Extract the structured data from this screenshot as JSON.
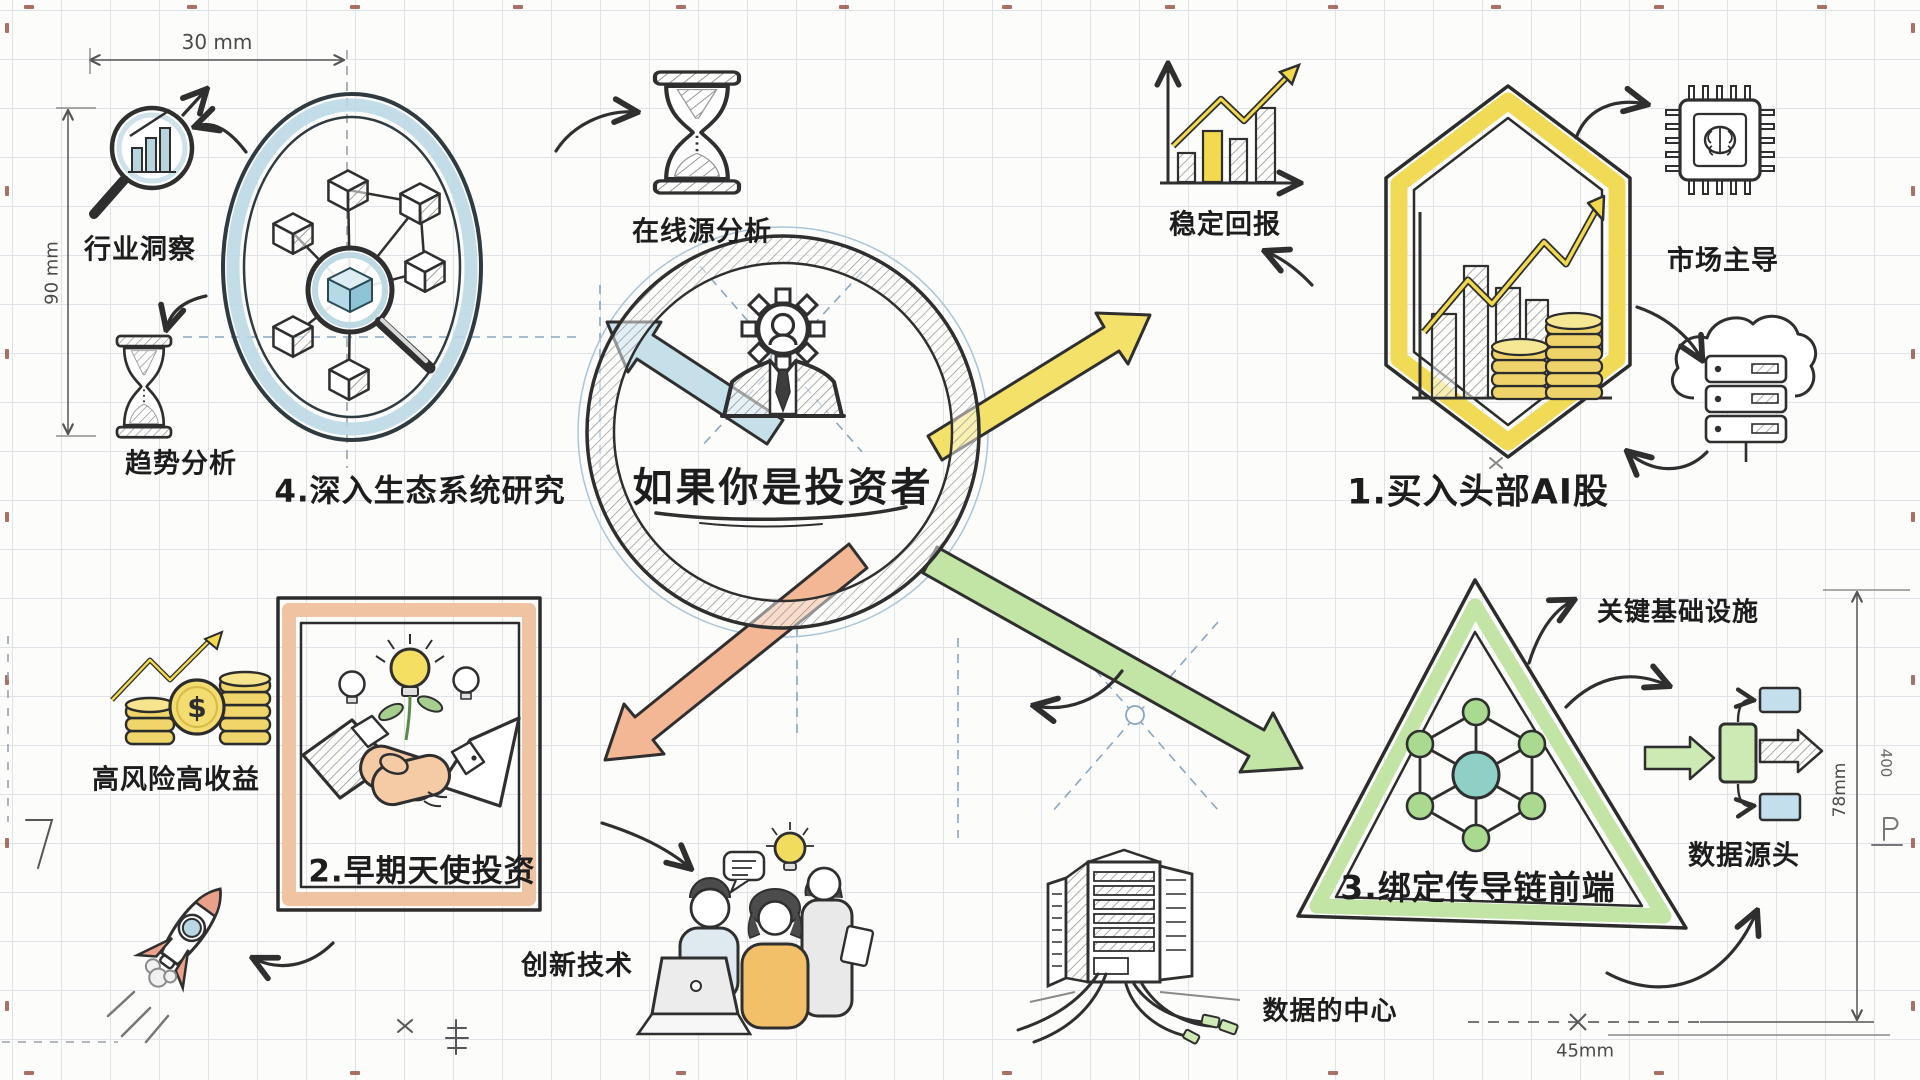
{
  "page": {
    "type": "hand-drawn-investment-mindmap",
    "language": "zh-CN"
  },
  "center": {
    "title": "如果你是投资者",
    "icon": "investor-person-gear-icon"
  },
  "strategies": [
    {
      "order": "1",
      "label": "1.买入头部AI股",
      "shape": "hexagon",
      "accent_color": "#f1da55",
      "satellites": [
        "稳定回报",
        "市场主导"
      ]
    },
    {
      "order": "2",
      "label": "2.早期天使投资",
      "shape": "square",
      "accent_color": "#f0c3a3",
      "satellites": [
        "高风险高收益",
        "创新技术"
      ]
    },
    {
      "order": "3",
      "label": "3.绑定传导链前端",
      "shape": "triangle",
      "accent_color": "#c0e3a2",
      "satellites": [
        "数据的中心",
        "关键基础设施",
        "数据源头"
      ]
    },
    {
      "order": "4",
      "label": "4.深入生态系统研究",
      "shape": "circle",
      "accent_color": "#b7d7e3",
      "satellites": [
        "行业洞察",
        "趋势分析",
        "在线源分析"
      ]
    }
  ],
  "labels": {
    "industry_insight": "行业洞察",
    "trend_analysis": "趋势分析",
    "online_source_analysis": "在线源分析",
    "stable_returns": "稳定回报",
    "market_dominance": "市场主导",
    "high_risk_high_reward": "高风险高收益",
    "innovative_technology": "创新技术",
    "data_center": "数据的中心",
    "key_infrastructure": "关键基础设施",
    "data_source": "数据源头"
  },
  "measurements": {
    "top_width": "30 mm",
    "left_height": "90 mm",
    "right_height": "78mm",
    "right_note": "400",
    "bottom_width": "45mm"
  },
  "icons": {
    "dollar_symbol": "$",
    "names": [
      "magnifier-bar-chart-icon",
      "hourglass-icon",
      "network-cubes-magnifier-icon",
      "gear-person-icon",
      "bar-chart-growth-icon",
      "chip-brain-icon",
      "cloud-server-icon",
      "coins-dollar-growth-icon",
      "handshake-plant-bulbs-icon",
      "rocket-icon",
      "team-laptop-icon",
      "server-building-cables-icon",
      "network-nodes-icon",
      "flow-diagram-icon"
    ]
  },
  "colors": {
    "paper": "#fcfcfa",
    "grid": "#dfe3e7",
    "ink": "#2f2f2f",
    "blue": "#b7d7e3",
    "yellow": "#f1da55",
    "orange": "#f0c3a3",
    "green": "#c0e3a2",
    "gold": "#f0d66a",
    "edge_tick_red": "#8f4034"
  }
}
